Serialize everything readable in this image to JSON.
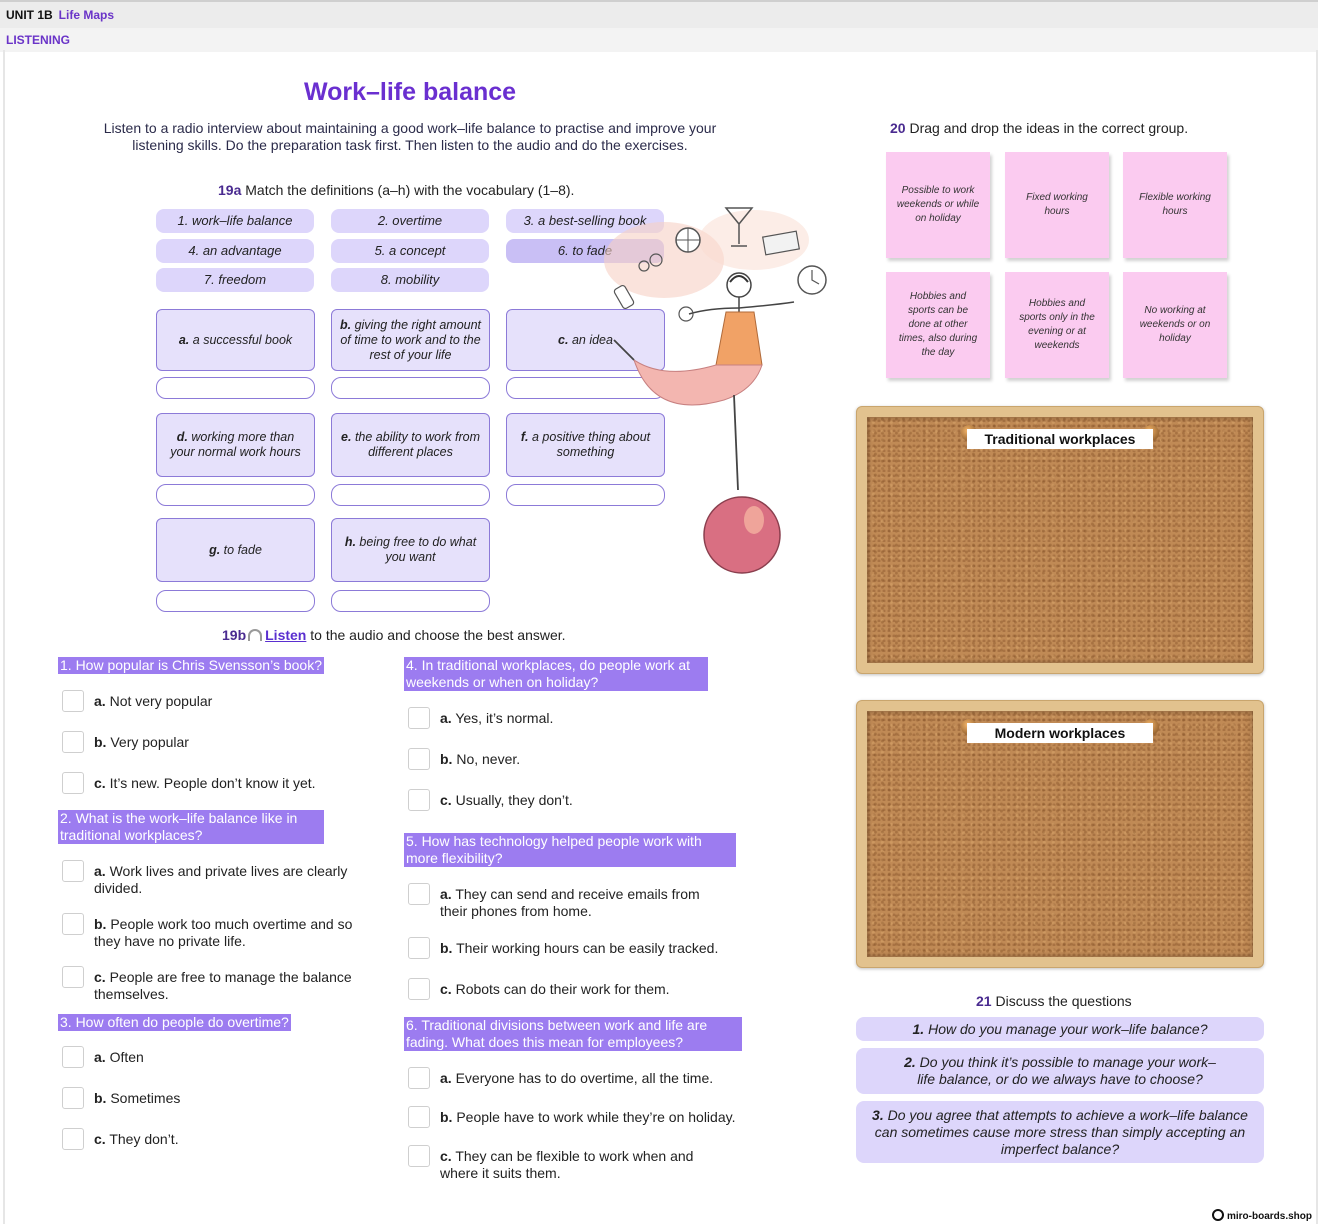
{
  "header": {
    "unit": "UNIT 1B",
    "lesson": "Life Maps",
    "section": "LISTENING"
  },
  "title": "Work–life balance",
  "intro": "Listen to a radio interview about maintaining a good work–life balance to practise and improve your listening skills. Do the preparation task first. Then listen to the audio and do the exercises.",
  "ex19a": {
    "num": "19a",
    "instruction": "Match the definitions (a–h) with the vocabulary (1–8).",
    "vocab": [
      "1. work–life balance",
      "2. overtime",
      "3. a best-selling book",
      "4. an advantage",
      "5. a concept",
      "6. to fade",
      "7. freedom",
      "8. mobility"
    ],
    "definitions": [
      {
        "letter": "a.",
        "text": "a successful book"
      },
      {
        "letter": "b.",
        "text": "giving the right amount of time to work and to the rest of your life"
      },
      {
        "letter": "c.",
        "text": "an idea"
      },
      {
        "letter": "d.",
        "text": "working more than your normal work hours"
      },
      {
        "letter": "e.",
        "text": "the ability to work from different places"
      },
      {
        "letter": "f.",
        "text": "a positive thing about something"
      },
      {
        "letter": "g.",
        "text": "to fade"
      },
      {
        "letter": "h.",
        "text": "being free to do what you want"
      }
    ]
  },
  "ex19b": {
    "num": "19b",
    "listen": "Listen",
    "instruction": "to the audio and choose the best answer."
  },
  "questions": [
    {
      "q": "1. How popular is Chris Svensson’s book?",
      "opts": [
        {
          "l": "a.",
          "t": "Not very popular"
        },
        {
          "l": "b.",
          "t": "Very popular"
        },
        {
          "l": "c.",
          "t": "It’s new. People don’t know it yet."
        }
      ]
    },
    {
      "q": "2. What is the work–life balance like in traditional workplaces?",
      "opts": [
        {
          "l": "a.",
          "t": "Work lives and private lives are clearly divided."
        },
        {
          "l": "b.",
          "t": "People work too much overtime and so they have no private life."
        },
        {
          "l": "c.",
          "t": "People are free to manage the balance themselves."
        }
      ]
    },
    {
      "q": "3. How often do people do overtime?",
      "opts": [
        {
          "l": "a.",
          "t": "Often"
        },
        {
          "l": "b.",
          "t": "Sometimes"
        },
        {
          "l": "c.",
          "t": "They don’t."
        }
      ]
    },
    {
      "q": "4. In traditional workplaces, do people work at weekends or when on holiday?",
      "opts": [
        {
          "l": "a.",
          "t": "Yes, it’s normal."
        },
        {
          "l": "b.",
          "t": "No, never."
        },
        {
          "l": "c.",
          "t": "Usually, they don’t."
        }
      ]
    },
    {
      "q": "5. How has technology helped people work with more flexibility?",
      "opts": [
        {
          "l": "a.",
          "t": "They can send and receive emails from their phones from home."
        },
        {
          "l": "b.",
          "t": "Their working hours can be easily tracked."
        },
        {
          "l": "c.",
          "t": "Robots can do their work for them."
        }
      ]
    },
    {
      "q": "6. Traditional divisions between work and life are fading. What does this mean for employees?",
      "opts": [
        {
          "l": "a.",
          "t": "Everyone has to do overtime, all the time."
        },
        {
          "l": "b.",
          "t": "People have to work while they’re on holiday."
        },
        {
          "l": "c.",
          "t": "They can be flexible to work when and where it suits them."
        }
      ]
    }
  ],
  "ex20": {
    "num": "20",
    "instruction": "Drag and drop the ideas in the correct group.",
    "notes": [
      "Possible to work weekends or while on holiday",
      "Fixed working hours",
      "Flexible working hours",
      "Hobbies and sports can be done at other times, also during the day",
      "Hobbies and sports only in the evening or at weekends",
      "No working at weekends or on holiday"
    ],
    "boards": [
      "Traditional workplaces",
      "Modern workplaces"
    ]
  },
  "ex21": {
    "num": "21",
    "instruction": "Discuss the questions",
    "items": [
      {
        "n": "1.",
        "t": "How do you manage your work–life balance?"
      },
      {
        "n": "2.",
        "t": "Do you think it’s possible to manage your work–life balance, or do we always have to choose?"
      },
      {
        "n": "3.",
        "t": "Do you agree that attempts to achieve a work–life balance can sometimes cause more stress than simply accepting an imperfect balance?"
      }
    ]
  },
  "footer": "miro-boards.shop",
  "colors": {
    "accent": "#6a2fd0",
    "question_bg": "#9c7cf0",
    "pill": "#ddd6fb",
    "sticky": "#fbcbf0"
  }
}
